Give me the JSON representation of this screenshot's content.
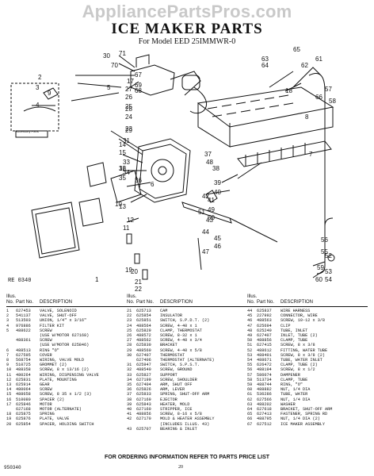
{
  "watermark": "AppliancePartsPros.com",
  "title": "ICE MAKER PARTS",
  "subtitle": "For Model EED 25IMMWR-0",
  "diagram_code": "RE 0340",
  "diagram_note": "Accessory Parts",
  "callouts": [
    "1",
    "2",
    "3",
    "4",
    "5",
    "6",
    "7",
    "8",
    "9",
    "10",
    "11",
    "12",
    "13",
    "14",
    "15",
    "16",
    "17",
    "18",
    "19",
    "20",
    "21",
    "22",
    "23",
    "24",
    "25",
    "26",
    "27",
    "28",
    "29",
    "30",
    "31",
    "32",
    "33",
    "34",
    "35",
    "36",
    "37",
    "38",
    "39",
    "40",
    "41",
    "42",
    "43",
    "44",
    "45",
    "46",
    "47",
    "48",
    "49",
    "50",
    "51",
    "52",
    "53",
    "54",
    "55",
    "56",
    "57",
    "58",
    "59",
    "60",
    "61",
    "62",
    "63",
    "64",
    "65",
    "66",
    "67",
    "68",
    "69",
    "70",
    "71"
  ],
  "table_header": {
    "ill": "Illus. No.",
    "part": "Part No.",
    "desc": "DESCRIPTION"
  },
  "columns": [
    {
      "rows": [
        [
          "1",
          "627453",
          "VALVE, SOLENOID"
        ],
        [
          "2",
          "541137",
          "VALVE, SHUT-OFF"
        ],
        [
          "3",
          "513503",
          "UNION, 1/4\" x 3/16\""
        ],
        [
          "4",
          "976886",
          "FILTER KIT"
        ],
        [
          "5",
          "488622",
          "SCREW"
        ],
        [
          "",
          "",
          "(USE W/MOTOR 627168)"
        ],
        [
          "",
          "488361",
          "SCREW"
        ],
        [
          "",
          "",
          "(USE W/MOTOR 625846)"
        ],
        [
          "6",
          "488513",
          "RING \"O\""
        ],
        [
          "7",
          "627595",
          "COVER"
        ],
        [
          "8",
          "568754",
          "WIRING, VALVE MOLD"
        ],
        [
          "9",
          "510725",
          "GROMMET (2)"
        ],
        [
          "10",
          "488358",
          "SCREW, 8 x 13/16 (2)"
        ],
        [
          "11",
          "480264",
          "WIRING, DISPENSING VALVE"
        ],
        [
          "12",
          "625831",
          "PLATE, MOUNTING"
        ],
        [
          "13",
          "625914",
          "GEAR"
        ],
        [
          "14",
          "480064",
          "SCREW"
        ],
        [
          "15",
          "488658",
          "SCREW, 8 35 x 1/2 (3)"
        ],
        [
          "16",
          "510080",
          "SPACER (2)"
        ],
        [
          "17",
          "625846",
          "MOTOR"
        ],
        [
          "",
          "627168",
          "MOTOR (ALTERNATE)"
        ],
        [
          "18",
          "625875",
          "SPRING"
        ],
        [
          "19",
          "625876",
          "PLATE, VALVE"
        ],
        [
          "20",
          "625854",
          "SPACER, HOLDING SWITCH"
        ]
      ]
    },
    {
      "rows": [
        [
          "21",
          "625713",
          "CAM"
        ],
        [
          "22",
          "625854",
          "INSULATOR"
        ],
        [
          "23",
          "625851",
          "SWITCH, S.P.D.T. (2)"
        ],
        [
          "24",
          "488564",
          "SCREW, 4-40 x 1"
        ],
        [
          "25",
          "625829",
          "CLAMP, THERMOSTAT"
        ],
        [
          "26",
          "488572",
          "SCREW, 8-32 x 1"
        ],
        [
          "27",
          "488562",
          "SCREW, 4-40 x 3/4"
        ],
        [
          "28",
          "625830",
          "BRACKET"
        ],
        [
          "29",
          "488560",
          "SCREW, 4-40 x 5/8"
        ],
        [
          "30",
          "627407",
          "THERMOSTAT"
        ],
        [
          "",
          "627406",
          "THERMOSTAT (ALTERNATE)"
        ],
        [
          "31",
          "625947",
          "SWITCH, S.P.S.T."
        ],
        [
          "32",
          "488540",
          "SCREW, GROUND"
        ],
        [
          "33",
          "625827",
          "SUPPORT"
        ],
        [
          "34",
          "627199",
          "SCREW, SHOULDER"
        ],
        [
          "35",
          "627404",
          "ARM, SHUT OFF"
        ],
        [
          "36",
          "625826",
          "ARM, LEVER"
        ],
        [
          "37",
          "625833",
          "SPRING, SHUT-OFF ARM"
        ],
        [
          "38",
          "627169",
          "EJECTOR"
        ],
        [
          "39",
          "625843",
          "HEATER, MOLD"
        ],
        [
          "40",
          "627160",
          "STRIPPER, ICE"
        ],
        [
          "41",
          "488856",
          "SCREW, 8-16 x 5/8"
        ],
        [
          "42",
          "627170",
          "MOLD & HEATER ASSEMBLY"
        ],
        [
          "",
          "",
          "(INCLUDES ILLUS. 43)"
        ],
        [
          "43",
          "625707",
          "BEARING & INLET"
        ]
      ]
    },
    {
      "rows": [
        [
          "44",
          "625837",
          "WIRE HARNESS"
        ],
        [
          "45",
          "227992",
          "CONNECTOR, WIRE"
        ],
        [
          "46",
          "488563",
          "SCREW, 10-12 x 3/8"
        ],
        [
          "47",
          "625694",
          "CLIP"
        ],
        [
          "48",
          "625240",
          "TUBE, INLET"
        ],
        [
          "49",
          "627407",
          "INLET, TUBE (2)"
        ],
        [
          "50",
          "488856",
          "CLAMP, TUBE"
        ],
        [
          "51",
          "627415",
          "SCREW, 8 x 3/8"
        ],
        [
          "52",
          "488612",
          "FITTING, WATER TUBE"
        ],
        [
          "53",
          "488401",
          "SCREW, 8 x 3/8 (2)"
        ],
        [
          "54",
          "488671",
          "TUBE, WATER INLET"
        ],
        [
          "55",
          "626472",
          "CLAMP, TUBE (2)"
        ],
        [
          "56",
          "488194",
          "SCREW, 8 x 1/2"
        ],
        [
          "57",
          "586074",
          "DAMPENER"
        ],
        [
          "58",
          "513734",
          "CLAMP, TUBE"
        ],
        [
          "59",
          "488744",
          "RING, \"O\""
        ],
        [
          "60",
          "488882",
          "NUT, 1/4 DIA"
        ],
        [
          "61",
          "536286",
          "TUBE, WATER"
        ],
        [
          "62",
          "627566",
          "NUT, 1/4 DIA"
        ],
        [
          "63",
          "488202",
          "WASHER"
        ],
        [
          "64",
          "627618",
          "BRACKET, SHUT-OFF ARM"
        ],
        [
          "65",
          "627413",
          "FASTENER, SPRING RD"
        ],
        [
          "66",
          "488795",
          "NUT, 1/4 DIA (2)"
        ],
        [
          "67",
          "627512",
          "ICE MAKER ASSEMBLY"
        ]
      ]
    }
  ],
  "footer": "FOR ORDERING INFORMATION REFER TO PARTS PRICE LIST",
  "page_number": "20",
  "page_code": "950340"
}
